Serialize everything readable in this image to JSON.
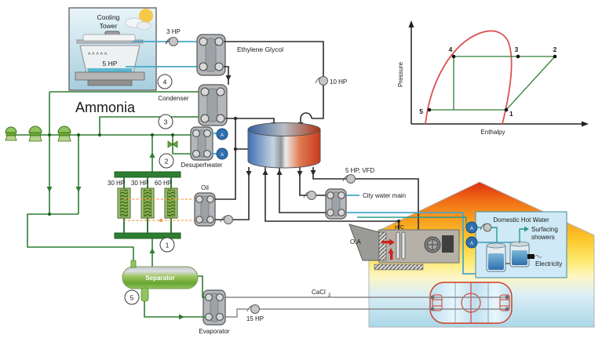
{
  "diagram": {
    "title_labels": {
      "ammonia": "Ammonia",
      "ethylene_glycol": "Ethylene Glycol"
    },
    "cooling_tower": {
      "title_line1": "Cooling",
      "title_line2": "Tower",
      "fan_power": "5 HP",
      "loop_pump_power": "3 HP"
    },
    "condenser": {
      "label": "Condenser"
    },
    "desuperheater": {
      "label": "Desuperheater",
      "pump_tag": "A"
    },
    "glycol_pump": {
      "label": "10 HP"
    },
    "compressors": {
      "units": [
        {
          "label": "30 HP"
        },
        {
          "label": "30 HP"
        },
        {
          "label": "60 HP"
        }
      ],
      "oil_cooler_label": "Oil"
    },
    "separator": {
      "label": "Separator"
    },
    "evaporator": {
      "label": "Evaporator",
      "pump_label": "15 HP",
      "brine_label_base": "CaCl",
      "brine_label_sub": "2"
    },
    "tank_loop": {
      "pump_label": "5 HP, VFD",
      "city_water_label": "City water main"
    },
    "house": {
      "air_handler": {
        "outside_air_label": "O.A",
        "coil_label": "H/C"
      },
      "dhw": {
        "title": "Domestic Hot Water",
        "showers_line1": "Surfacing",
        "showers_line2": "showers",
        "electricity_label": "Electricity",
        "pump_tag": "A"
      }
    },
    "state_markers": {
      "m1": "1",
      "m2": "2",
      "m3": "3",
      "m4": "4",
      "m5": "5"
    },
    "colors": {
      "ammonia_line": "#2e7d32",
      "glycol_line": "#2b2b2b",
      "water_line": "#4aa6c9",
      "dhw_line": "#2a9b8f",
      "brine_line": "#8a8a8a",
      "oil_line": "#f0a050",
      "hot": "#cf3a1f",
      "cold": "#3f6fb5"
    }
  },
  "chart_data": {
    "type": "line",
    "title": "",
    "xlabel": "Enthalpy",
    "ylabel": "Pressure",
    "axes_numeric": false,
    "grid": false,
    "legend": "none",
    "series": [
      {
        "name": "saturation-dome",
        "color": "#d9534f",
        "x": [
          8,
          14,
          24,
          34,
          42,
          47,
          49,
          48,
          45
        ],
        "y": [
          0,
          25,
          50,
          65,
          70,
          60,
          40,
          18,
          0
        ]
      },
      {
        "name": "refrigeration-cycle",
        "color": "#2e7d32",
        "points_order": [
          "5",
          "1",
          "2",
          "3",
          "4",
          "flash-drop-to-5-1-line"
        ],
        "x": [
          10,
          54,
          82,
          61,
          24,
          24
        ],
        "y": [
          12,
          12,
          57,
          57,
          57,
          12
        ]
      }
    ],
    "state_points": [
      {
        "label": "1",
        "x": 54,
        "y": 12
      },
      {
        "label": "2",
        "x": 82,
        "y": 57
      },
      {
        "label": "3",
        "x": 61,
        "y": 57
      },
      {
        "label": "4",
        "x": 24,
        "y": 57
      },
      {
        "label": "5",
        "x": 10,
        "y": 12
      }
    ]
  }
}
